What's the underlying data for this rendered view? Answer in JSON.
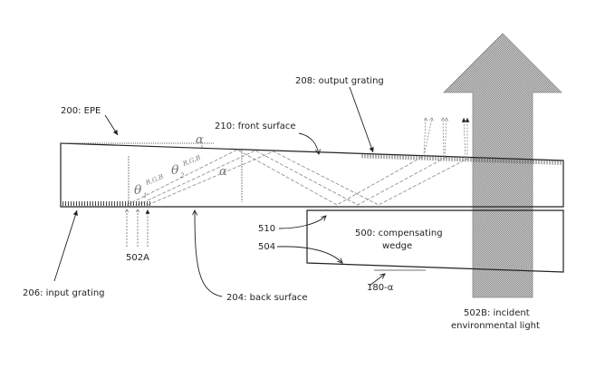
{
  "figure": {
    "labels": {
      "epe": "200: EPE",
      "front_surface": "210: front surface",
      "output_grating": "208: output grating",
      "input_grating": "206: input grating",
      "back_surface": "204: back surface",
      "incident_light_502a": "502A",
      "ref_510": "510",
      "ref_504": "504",
      "wedge_line1": "500: compensating",
      "wedge_line2": "wedge",
      "wedge_angle": "180-α",
      "env_light_line1": "502B: incident",
      "env_light_line2": "environmental  light"
    },
    "annotations": {
      "alpha_top": "α",
      "alpha_ray": "α",
      "theta1": "θ",
      "theta1_sub": "1",
      "theta2": "θ",
      "theta2_sub": "2",
      "rgb1": "R,G,B",
      "rgb2": "R,G,B"
    },
    "colors": {
      "line": "#222222",
      "ray": "#888888",
      "arrow_fill": "#b4b4b4"
    }
  }
}
